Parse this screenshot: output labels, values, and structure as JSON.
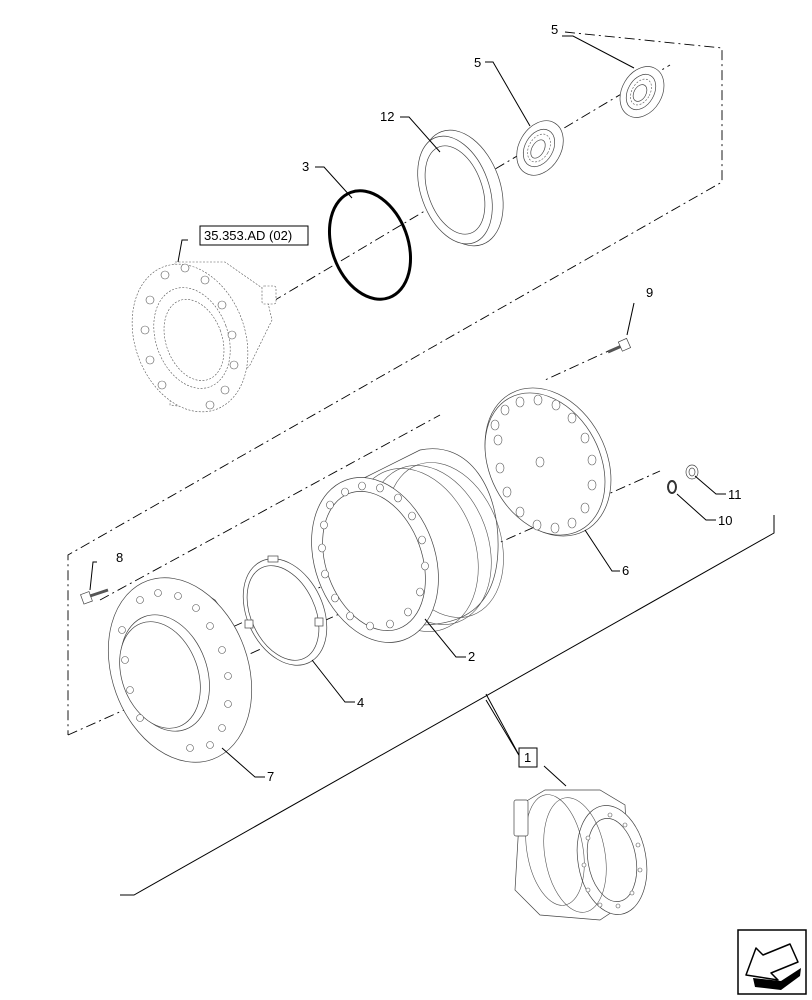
{
  "callouts": {
    "c1": "1",
    "c2": "2",
    "c3": "3",
    "c4": "4",
    "c5a": "5",
    "c5b": "5",
    "c6": "6",
    "c7": "7",
    "c8": "8",
    "c9": "9",
    "c10": "10",
    "c11": "11",
    "c12": "12",
    "ref": "35.353.AD (02)"
  },
  "icons": {
    "nav": "arrow-back-icon"
  }
}
